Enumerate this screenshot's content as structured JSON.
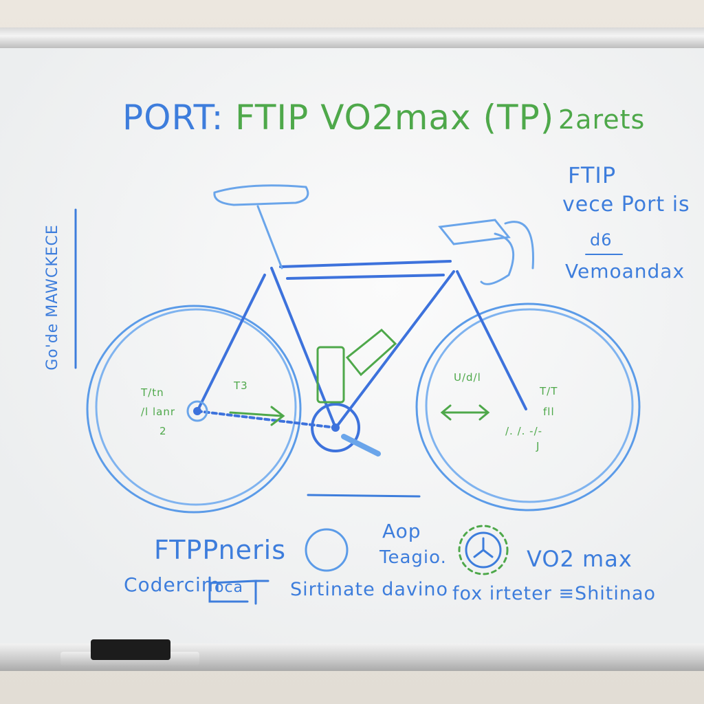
{
  "title": {
    "part1": "PORT:",
    "part2": "FTIP VO2max (TP)",
    "part3": "2arets"
  },
  "side_vertical_label": "Go'de MAWCKECE",
  "right_notes": {
    "line1": "FTIP",
    "line2": "vece Port is",
    "fraction_top": "d6",
    "fraction_bottom": "Vemoandax"
  },
  "rear_wheel_notes": [
    "T/tn",
    "/l lanr",
    "2",
    "T3"
  ],
  "front_wheel_notes": [
    "U/d/l",
    "T/T",
    "fll",
    "/. /. -/-",
    "J"
  ],
  "bottom": {
    "left_title": "FTPPneris",
    "left_sub": "Codercim",
    "left_box": "oca",
    "mid_top": "Aop",
    "mid_mid": "Teagio.",
    "mid_sub": "Sirtinate davino",
    "right_title": "VO2 max",
    "right_sub": "fox irteter ≡Shitinao"
  },
  "colors": {
    "blue_marker": "#3d7ddc",
    "light_blue": "#6aa5ea",
    "green_marker": "#4ea84a"
  }
}
